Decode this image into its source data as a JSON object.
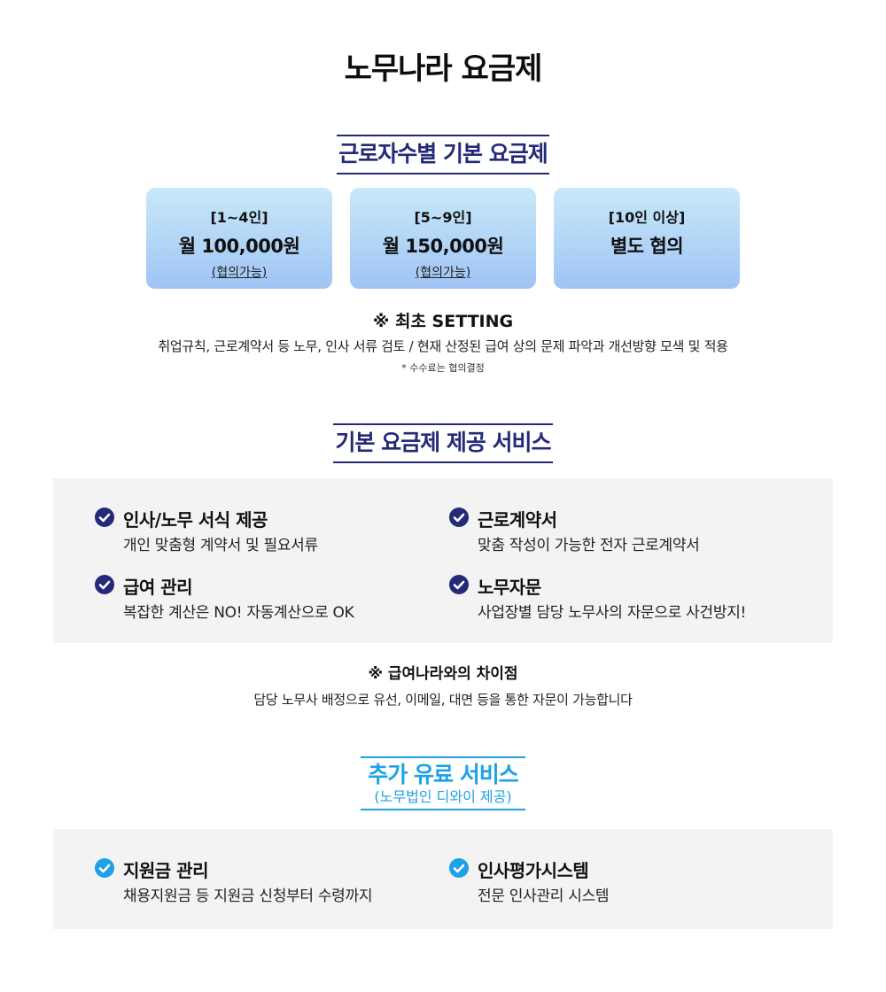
{
  "title": "노무나라 요금제",
  "pricing": {
    "heading": "근로자수별 기본 요금제",
    "plans": [
      {
        "range": "[1~4인]",
        "price": "월 100,000원",
        "note": "(협의가능)"
      },
      {
        "range": "[5~9인]",
        "price": "월 150,000원",
        "note": "(협의가능)"
      },
      {
        "range": "[10인 이상]",
        "price": "별도 협의",
        "note": ""
      }
    ],
    "setting_title": "※ 최초 SETTING",
    "setting_desc": "취업규칙, 근로계약서 등 노무, 인사 서류 검토 / 현재 산정된 급여 상의 문제 파악과 개선방향 모색 및 적용",
    "setting_note": "* 수수료는 협의결정"
  },
  "basic_services": {
    "heading": "기본 요금제 제공 서비스",
    "items": [
      {
        "title": "인사/노무 서식 제공",
        "desc": "개인 맞춤형 계약서 및 필요서류"
      },
      {
        "title": "근로계약서",
        "desc": "맞춤 작성이 가능한 전자 근로계약서"
      },
      {
        "title": "급여 관리",
        "desc": "복잡한 계산은 NO! 자동계산으로 OK"
      },
      {
        "title": "노무자문",
        "desc": "사업장별 담당 노무사의 자문으로 사건방지!"
      }
    ],
    "diff_title": "※ 급여나라와의 차이점",
    "diff_desc": "담당 노무사 배정으로 유선, 이메일, 대면 등을 통한 자문이 가능합니다"
  },
  "paid_services": {
    "heading": "추가 유료 서비스",
    "subheading": "(노무법인 디와이 제공)",
    "items": [
      {
        "title": "지원금 관리",
        "desc": "채용지원금 등 지원금 신청부터 수령까지"
      },
      {
        "title": "인사평가시스템",
        "desc": "전문 인사관리 시스템"
      }
    ]
  },
  "colors": {
    "navy": "#242a78",
    "sky": "#1ea1e6",
    "panel": "#f3f3f3",
    "card_top": "#c8e9f8",
    "card_bottom": "#9fc4f5"
  }
}
